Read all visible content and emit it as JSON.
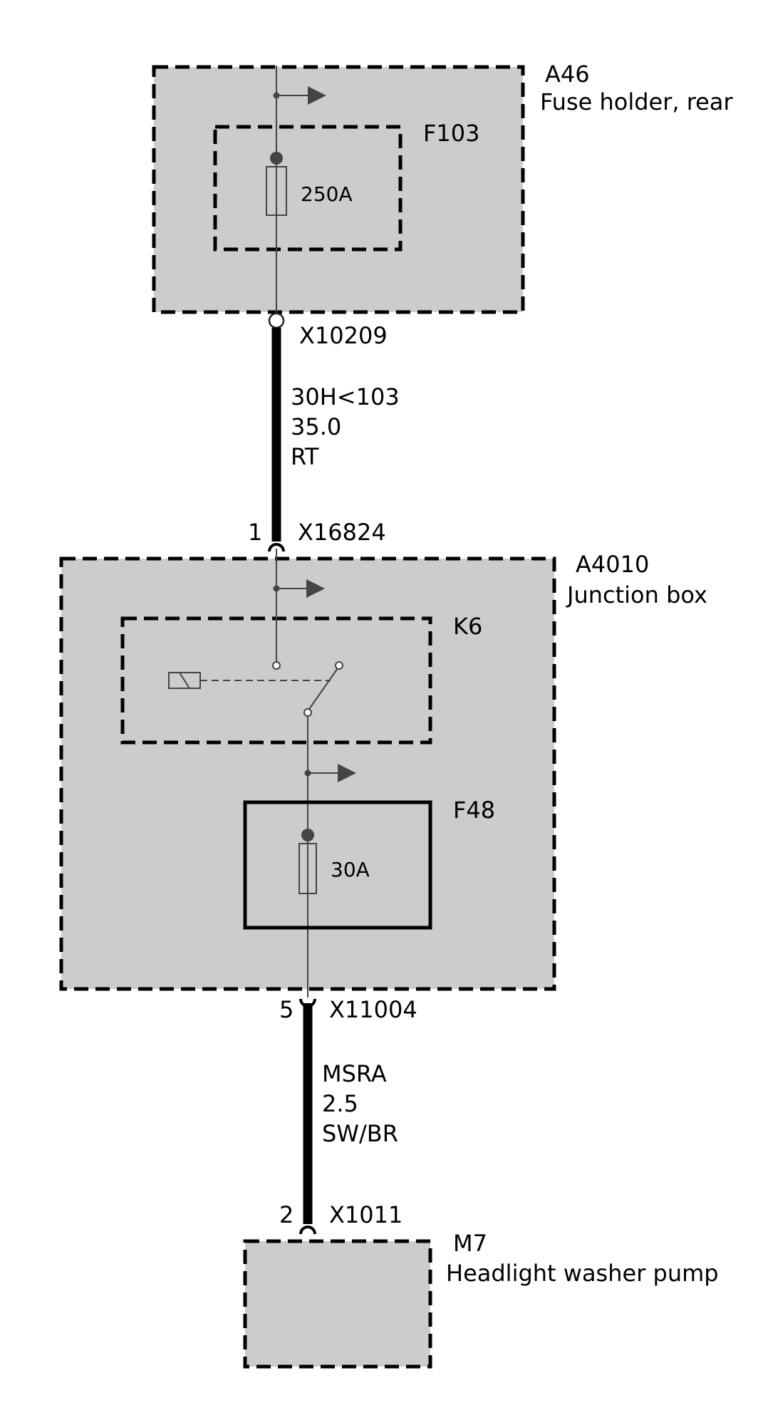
{
  "components": {
    "a46": {
      "id": "A46",
      "name": "Fuse holder, rear"
    },
    "f103": {
      "id": "F103",
      "rating": "250A"
    },
    "a4010": {
      "id": "A4010",
      "name": "Junction box"
    },
    "k6": {
      "id": "K6"
    },
    "f48": {
      "id": "F48",
      "rating": "30A"
    },
    "m7": {
      "id": "M7",
      "name": "Headlight washer pump"
    }
  },
  "connectors": {
    "x10209": "X10209",
    "x16824": {
      "id": "X16824",
      "pin": "1"
    },
    "x11004": {
      "id": "X11004",
      "pin": "5"
    },
    "x1011": {
      "id": "X1011",
      "pin": "2"
    }
  },
  "wires": {
    "w1": {
      "signal": "30H<103",
      "cross_section": "35.0",
      "color": "RT"
    },
    "w2": {
      "signal": "MSRA",
      "cross_section": "2.5",
      "color": "SW/BR"
    }
  }
}
